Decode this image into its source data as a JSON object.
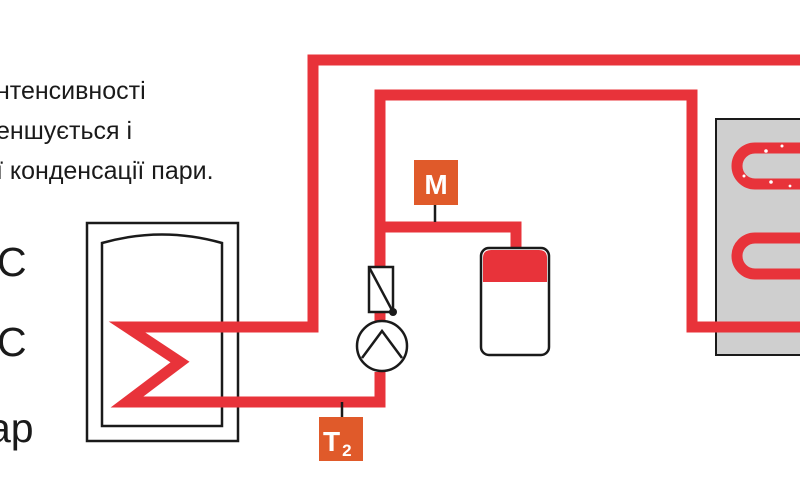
{
  "text": {
    "line1": "нтенсивності",
    "line2": "еншується і",
    "line3": "ї конденсації пари.",
    "label1": "С",
    "label2": "С",
    "label3": "ар"
  },
  "badges": {
    "m_label": "M",
    "t2_main": "T",
    "t2_sub": "2"
  },
  "colors": {
    "pipe": "#e8333a",
    "badge": "#e05a2a",
    "outline": "#1a1a1a",
    "floor_panel": "#cfcfcf"
  }
}
